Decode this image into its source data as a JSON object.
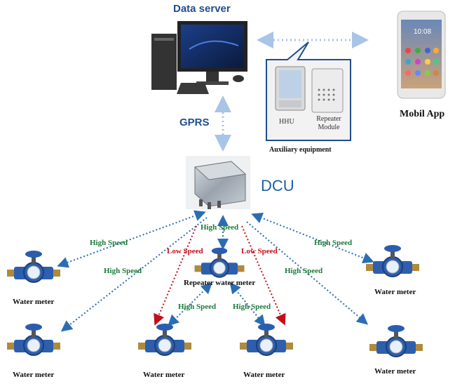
{
  "nodes": {
    "data_server": "Data server",
    "gprs": "GPRS",
    "dcu": "DCU",
    "mobil_app": "Mobil App",
    "hhu": "HHU",
    "repeater_module": "Repeater Module",
    "auxiliary": "Auxiliary equipment",
    "repeater_water_meter": "Repeater water meter"
  },
  "meters": [
    {
      "label": "Water meter"
    },
    {
      "label": "Water meter"
    },
    {
      "label": "Water meter"
    },
    {
      "label": "Water  meter"
    },
    {
      "label": "Water meter"
    },
    {
      "label": "Water meter"
    }
  ],
  "links": {
    "high_speed": "High Speed",
    "low_speed": "Low Speed"
  },
  "phone": {
    "time": "10:08"
  },
  "colors": {
    "title_blue": "#1f4e8c",
    "high_speed_green": "#1a7a3a",
    "low_speed_red": "#c0101a",
    "link_blue": "#2a6db5",
    "gprs_link": "#a8c4e6"
  }
}
